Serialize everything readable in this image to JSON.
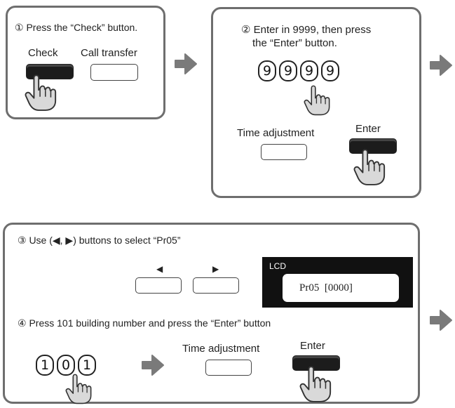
{
  "step1": {
    "instruction": "① Press the “Check” button.",
    "check_label": "Check",
    "call_transfer_label": "Call transfer"
  },
  "step2": {
    "instruction_line1": "② Enter in 9999, then press",
    "instruction_line2": "the “Enter” button.",
    "keys": [
      "9",
      "9",
      "9",
      "9"
    ],
    "time_adjustment_label": "Time adjustment",
    "enter_label": "Enter"
  },
  "step3": {
    "instruction": "③ Use (◀, ▶) buttons to select “Pr05”",
    "left_glyph": "◀",
    "right_glyph": "▶",
    "lcd_label": "LCD",
    "lcd_text": "Pr05  [0000]"
  },
  "step4": {
    "instruction": "④ Press 101 building number and press the “Enter” button",
    "keys": [
      "1",
      "0",
      "1"
    ],
    "time_adjustment_label": "Time adjustment",
    "enter_label": "Enter"
  },
  "colors": {
    "panel_border": "#6e6e6e",
    "arrow": "#7a7a7a",
    "pressed_button": "#1c1c1c",
    "lcd_background": "#111111",
    "hand_fill": "#d9d9d9"
  },
  "icons": {
    "next_arrow": "right-arrow-icon",
    "finger": "pointing-hand-icon"
  }
}
